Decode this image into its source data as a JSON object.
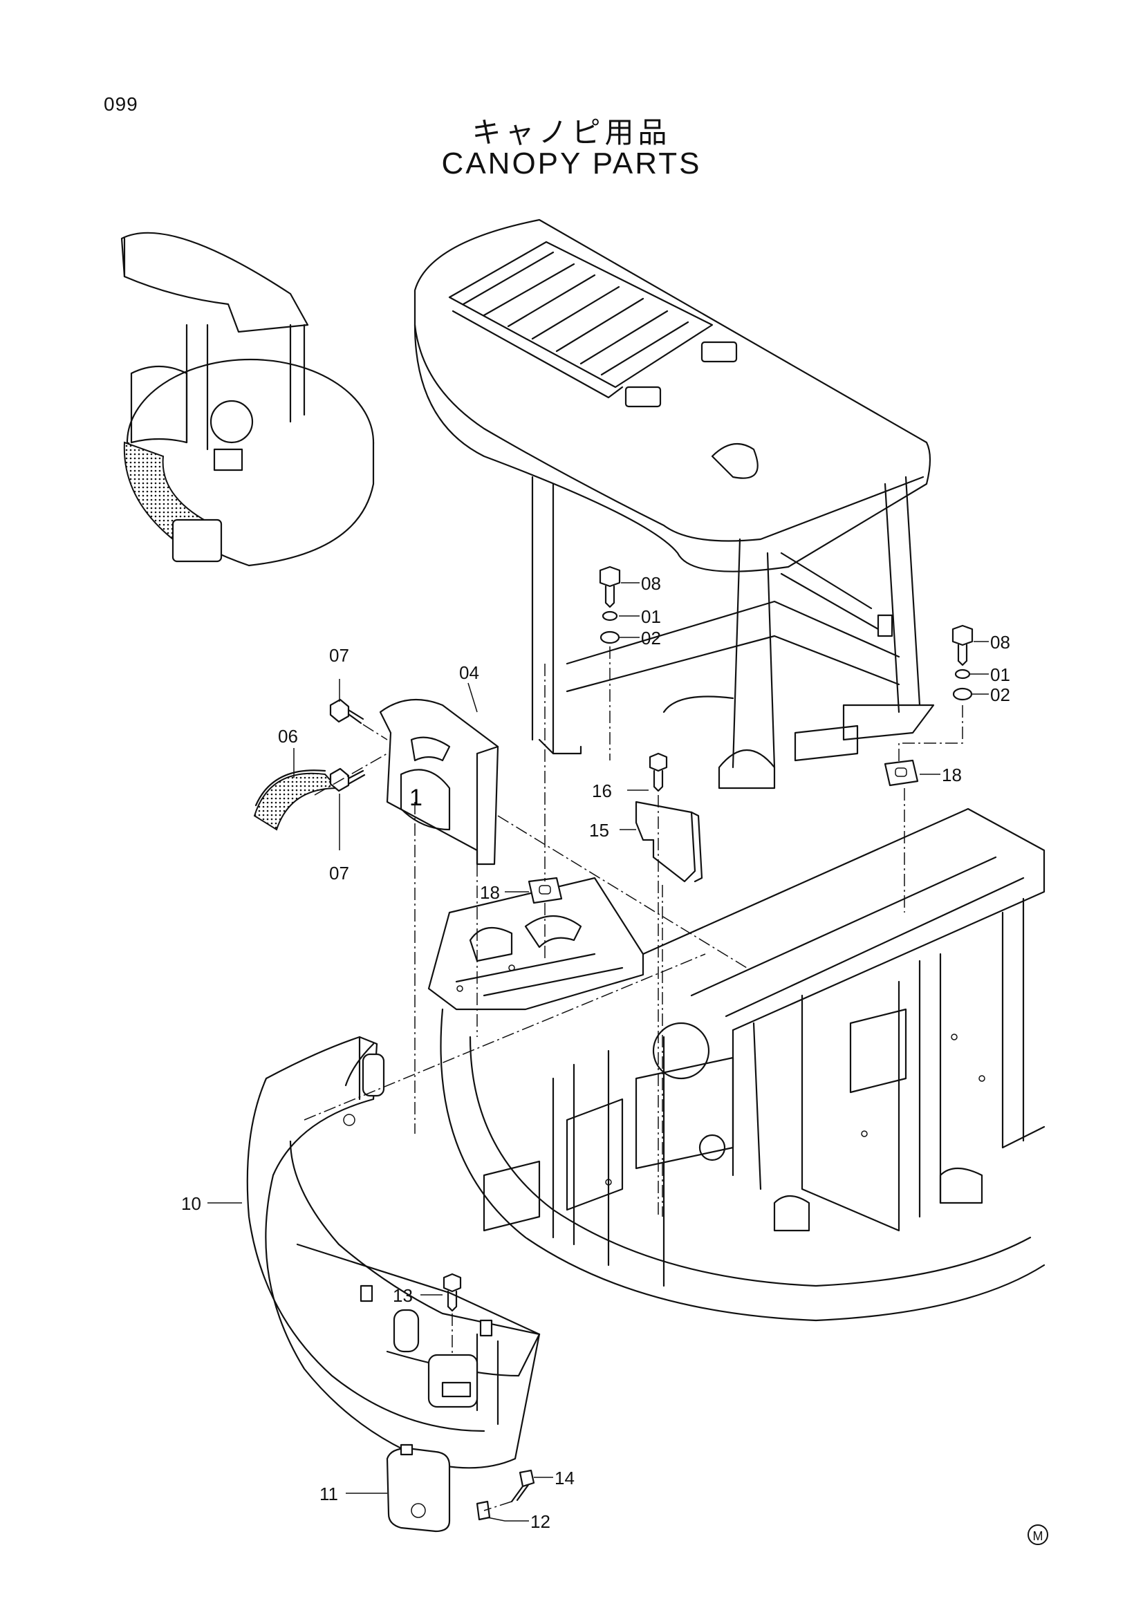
{
  "header": {
    "page_number": "099",
    "title_jp": "キャノピ用品",
    "title_en": "CANOPY PARTS"
  },
  "callouts": {
    "c08a": "08",
    "c01a": "01",
    "c02a": "02",
    "c08b": "08",
    "c01b": "01",
    "c02b": "02",
    "c07a": "07",
    "c04": "04",
    "c06": "06",
    "c07b": "07",
    "c16": "16",
    "c15": "15",
    "c18a": "18",
    "c18b": "18",
    "c10": "10",
    "c13": "13",
    "c14": "14",
    "c11": "11",
    "c12": "12"
  },
  "footer": {
    "mark": "M"
  }
}
